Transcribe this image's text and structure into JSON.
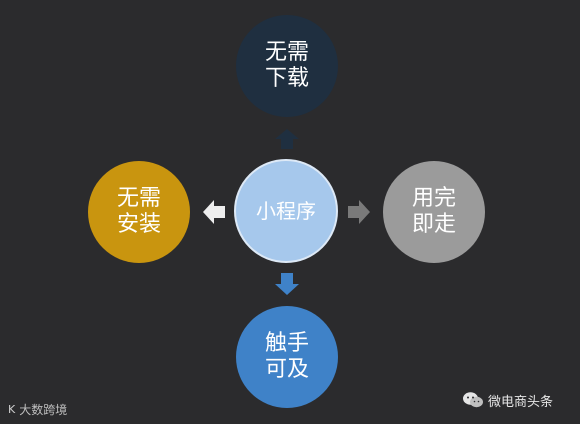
{
  "nodes": {
    "top": [
      "无需",
      "下载"
    ],
    "left": [
      "无需",
      "安装"
    ],
    "center": [
      "小程序"
    ],
    "right": [
      "用完",
      "即走"
    ],
    "bottom": [
      "触手",
      "可及"
    ]
  },
  "watermarks": {
    "left_logo": "K",
    "left_text": "大数跨境",
    "right_text": "微电商头条"
  },
  "icons": {
    "arrow_up": "arrow-up-icon",
    "arrow_left": "arrow-left-icon",
    "arrow_right": "arrow-right-icon",
    "arrow_down": "arrow-down-icon",
    "wechat": "wechat-icon"
  },
  "colors": {
    "background": "#2b2b2d",
    "top_circle": "#1f2f40",
    "left_circle": "#c9950f",
    "center_circle": "#a6c8ec",
    "right_circle": "#9b9b9b",
    "bottom_circle": "#3f82c8"
  }
}
